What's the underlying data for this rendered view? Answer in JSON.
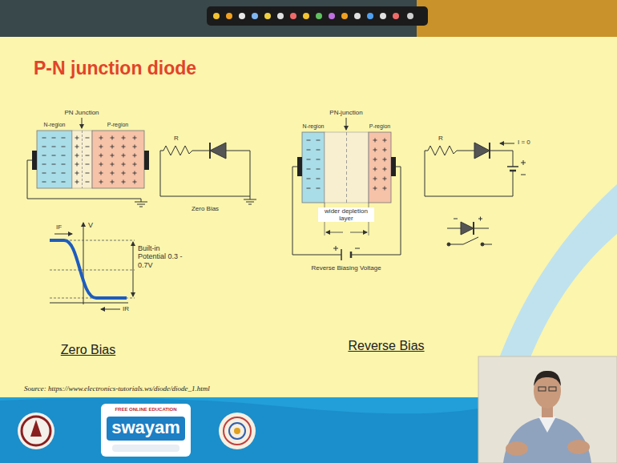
{
  "diagram": {
    "title": "P-N junction diode",
    "labels": [
      "PN Junction",
      "N-region",
      "P-region",
      "R",
      "Zero Bias",
      "IF",
      "V",
      "Built-in Potential 0.3 - 0.7V",
      "IR",
      "Zero Bias",
      "PN-junction",
      "N-region",
      "P-region",
      "wider depletion layer",
      "Reverse Biasing Voltage",
      "R",
      "I = 0",
      "Reverse Bias",
      "Source: https://www.electronics-tutorials.ws/diode/diode_1.html",
      "FREE ONLINE EDUCATION",
      "swayam"
    ]
  }
}
